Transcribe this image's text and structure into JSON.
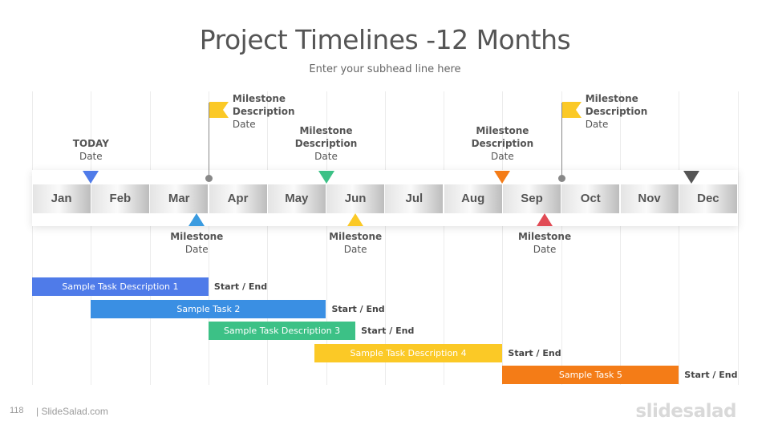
{
  "header": {
    "title": "Project Timelines -12 Months",
    "subtitle": "Enter your subhead  line here"
  },
  "months": [
    "Jan",
    "Feb",
    "Mar",
    "Apr",
    "May",
    "Jun",
    "Jul",
    "Aug",
    "Sep",
    "Oct",
    "Nov",
    "Dec"
  ],
  "colors": {
    "blue": "#4f7be9",
    "green": "#3cc186",
    "orange": "#f47c17",
    "yellow": "#fbc926",
    "red": "#e14b55",
    "dark": "#555555",
    "midblue": "#3a8fe3",
    "brightblue": "#3a9be0"
  },
  "markers_above": [
    {
      "title": "TODAY",
      "sub": "Date",
      "color": "#4f7be9"
    },
    {
      "title": "Milestone\nDescription",
      "sub": "Date",
      "color": "#3cc186"
    },
    {
      "title": "Milestone\nDescription",
      "sub": "Date",
      "color": "#f47c17"
    },
    {
      "title": "",
      "sub": "",
      "color": "#555555"
    }
  ],
  "flags": [
    {
      "title": "Milestone\nDescription",
      "sub": "Date",
      "color": "#fbc926"
    },
    {
      "title": "Milestone\nDescription",
      "sub": "Date",
      "color": "#fbc926"
    }
  ],
  "markers_below": [
    {
      "title": "Milestone",
      "sub": "Date",
      "color": "#3a9be0"
    },
    {
      "title": "Milestone",
      "sub": "Date",
      "color": "#fbc926"
    },
    {
      "title": "Milestone",
      "sub": "Date",
      "color": "#e14b55"
    }
  ],
  "tasks": [
    {
      "label": "Sample Task Description 1",
      "end_label": "Start / End",
      "color": "#4f7be9"
    },
    {
      "label": "Sample Task 2",
      "end_label": "Start / End",
      "color": "#3a8fe3"
    },
    {
      "label": "Sample Task Description 3",
      "end_label": "Start / End",
      "color": "#3cc186"
    },
    {
      "label": "Sample Task Description 4",
      "end_label": "Start / End",
      "color": "#fbc926"
    },
    {
      "label": "Sample Task 5",
      "end_label": "Start / End",
      "color": "#f47c17"
    }
  ],
  "footer": {
    "page_number": "118",
    "brand": "| SlideSalad.com",
    "logo": "slidesalad"
  }
}
